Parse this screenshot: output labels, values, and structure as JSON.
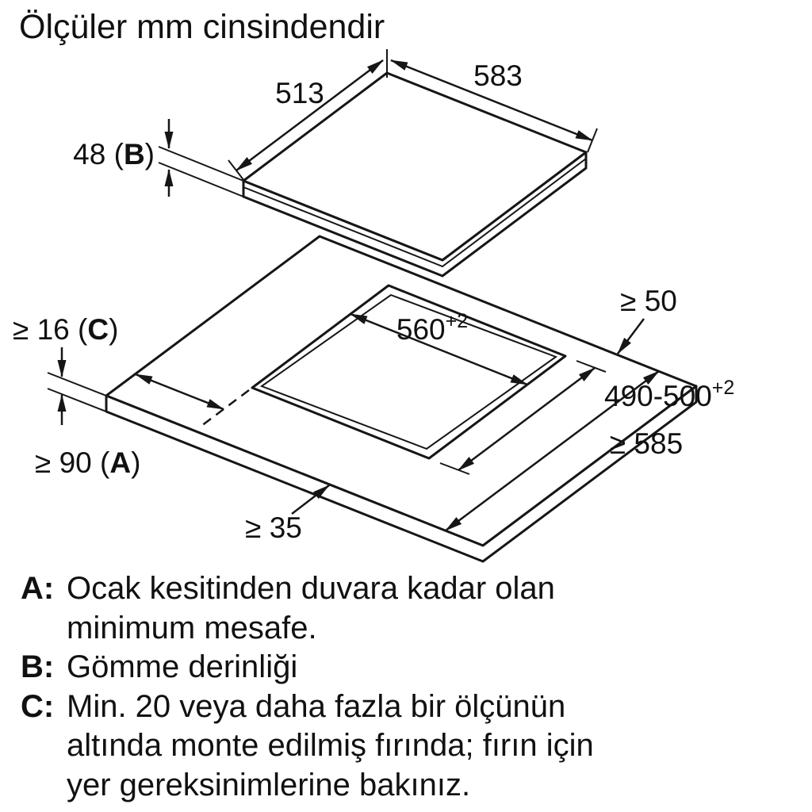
{
  "title": "Ölçüler mm cinsindendir",
  "dims": {
    "d513": "513",
    "d583": "583",
    "d48": {
      "pre": "48 (",
      "letter": "B",
      "post": ")"
    },
    "d16": {
      "pre": "≥ 16 (",
      "letter": "C",
      "post": ")"
    },
    "d50": "≥ 50",
    "d560": {
      "main": "560",
      "sup": "+2"
    },
    "d490": {
      "main": "490-500",
      "sup": "+2"
    },
    "d90": {
      "pre": "≥ 90 (",
      "letter": "A",
      "post": ")"
    },
    "d35": "≥ 35",
    "d585": "≥ 585"
  },
  "legend": {
    "items": [
      {
        "letter": "A:",
        "lines": [
          "Ocak kesitinden duvara kadar olan",
          "minimum mesafe."
        ]
      },
      {
        "letter": "B:",
        "lines": [
          "Gömme derinliği"
        ]
      },
      {
        "letter": "C:",
        "lines": [
          "Min. 20 veya daha fazla bir ölçünün",
          "altında monte edilmiş fırında; fırın için",
          "yer gereksinimlerine bakınız."
        ]
      }
    ]
  },
  "colors": {
    "line": "#161616",
    "text": "#111111",
    "background": "#ffffff"
  }
}
